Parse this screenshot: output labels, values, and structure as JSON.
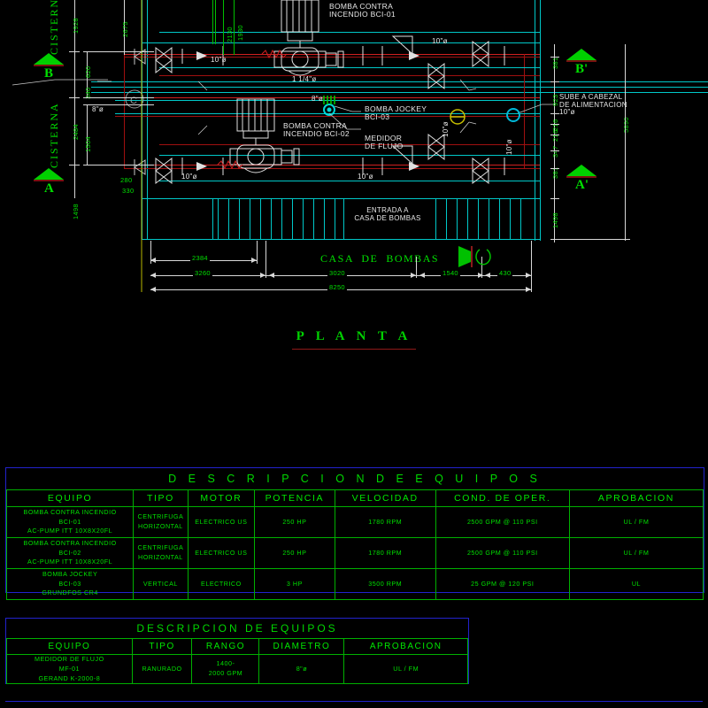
{
  "drawing": {
    "title": "P L A N T A",
    "labels": {
      "cisterna_top": "CISTERNA",
      "cisterna_bottom": "CISTERNA",
      "bomba_bci01": "BOMBA CONTRA\nINCENDIO BCI-01",
      "bomba_bci02": "BOMBA CONTRA\nINCENDIO BCI-02",
      "bomba_jockey": "BOMBA JOCKEY\nBCI-03",
      "medidor": "MEDIDOR\nDE FLUJO",
      "sube_cabezal": "SUBE A CABEZAL\nDE ALIMENTACION\n10\"ø",
      "entrada": "ENTRADA A\nCASA DE BOMBAS",
      "casa_de_bombas": "CASA  DE  BOMBAS"
    },
    "pipe_labels": {
      "p1": "10\"ø",
      "p2": "10\"ø",
      "p3": "10\"ø",
      "p4": "10\"ø",
      "p5": "10\"ø",
      "p6": "10\"ø",
      "p7": "8\"ø",
      "p8": "8\"ø",
      "p9": "1 1/4\"ø"
    },
    "section_markers": [
      {
        "id": "B",
        "label": "B"
      },
      {
        "id": "B2",
        "label": "B'"
      },
      {
        "id": "A",
        "label": "A"
      },
      {
        "id": "A2",
        "label": "A'"
      }
    ],
    "dimensions": {
      "left_vertical": [
        "1928",
        "2484",
        "1498"
      ],
      "left_inner": [
        "620",
        "340",
        "1504"
      ],
      "top_inner": [
        "2675",
        "2130",
        "1930"
      ],
      "bottom_left": [
        "280",
        "330"
      ],
      "right_vertical": [
        "381",
        "923",
        "216",
        "216",
        "347",
        "381",
        "1498",
        "5890"
      ],
      "bottom_chain": [
        "2384",
        "3260",
        "3020",
        "1540",
        "430"
      ],
      "overall": "8250"
    },
    "colors": {
      "background": "#000000",
      "green": "#00e000",
      "cyan": "#00c8c8",
      "red": "#a01010",
      "white": "#e8e8e8",
      "blue_border": "#2222cc"
    }
  },
  "table_equipos": {
    "title": "D E S C R I P C I O N    D E    E Q U I P O S",
    "headers": [
      "EQUIPO",
      "TIPO",
      "MOTOR",
      "POTENCIA",
      "VELOCIDAD",
      "COND. DE OPER.",
      "APROBACION"
    ],
    "rows": [
      {
        "equipo": "BOMBA CONTRA INCENDIO\nBCI-01\nAC-PUMP ITT 10X8X20FL",
        "tipo": "CENTRIFUGA\nHORIZONTAL",
        "motor": "ELECTRICO US",
        "potencia": "250   HP",
        "velocidad": "1780   RPM",
        "condicion": "2500 GPM @ 110 PSI",
        "aprobacion": "UL  /  FM"
      },
      {
        "equipo": "BOMBA CONTRA INCENDIO\nBCI-02\nAC-PUMP ITT 10X8X20FL",
        "tipo": "CENTRIFUGA\nHORIZONTAL",
        "motor": "ELECTRICO US",
        "potencia": "250   HP",
        "velocidad": "1780   RPM",
        "condicion": "2500 GPM @ 110 PSI",
        "aprobacion": "UL  /  FM"
      },
      {
        "equipo": "BOMBA JOCKEY\nBCI-03\nGRUNDFOS CR4",
        "tipo": "VERTICAL",
        "motor": "ELECTRICO",
        "potencia": "3   HP",
        "velocidad": "3500   RPM",
        "condicion": "25 GPM @ 120 PSI",
        "aprobacion": "UL"
      }
    ]
  },
  "table_medidor": {
    "title": "DESCRIPCION    DE    EQUIPOS",
    "headers": [
      "EQUIPO",
      "TIPO",
      "RANGO",
      "DIAMETRO",
      "APROBACION"
    ],
    "rows": [
      {
        "equipo": "MEDIDOR  DE  FLUJO\nMF-01\nGERAND K-2000-8",
        "tipo": "RANURADO",
        "rango": "1400-\n2000 GPM",
        "diametro": "8\"ø",
        "aprobacion": "UL / FM"
      }
    ]
  }
}
